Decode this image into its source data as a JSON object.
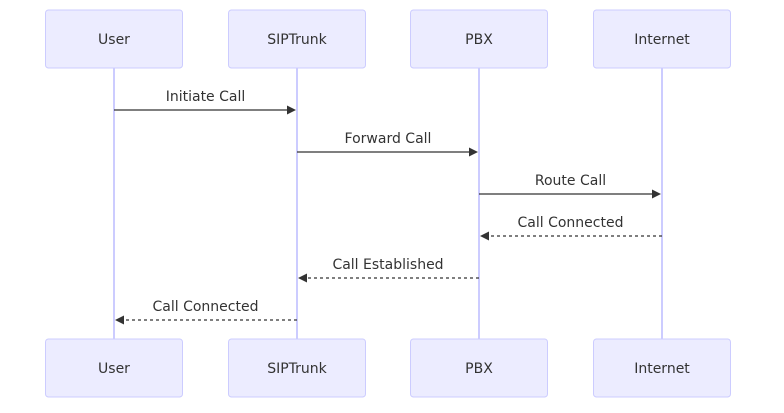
{
  "diagram": {
    "type": "sequence",
    "colors": {
      "actor_fill": "#ECECFF",
      "actor_border": "#CCCCFF",
      "lifeline": "#CCCCFF",
      "text": "#333333",
      "arrow": "#333333"
    },
    "participants": [
      {
        "id": "User",
        "label": "User"
      },
      {
        "id": "SIPTrunk",
        "label": "SIPTrunk"
      },
      {
        "id": "PBX",
        "label": "PBX"
      },
      {
        "id": "Internet",
        "label": "Internet"
      }
    ],
    "messages": [
      {
        "from": "User",
        "to": "SIPTrunk",
        "label": "Initiate Call",
        "style": "solid"
      },
      {
        "from": "SIPTrunk",
        "to": "PBX",
        "label": "Forward Call",
        "style": "solid"
      },
      {
        "from": "PBX",
        "to": "Internet",
        "label": "Route Call",
        "style": "solid"
      },
      {
        "from": "Internet",
        "to": "PBX",
        "label": "Call Connected",
        "style": "dotted"
      },
      {
        "from": "PBX",
        "to": "SIPTrunk",
        "label": "Call Established",
        "style": "dotted"
      },
      {
        "from": "SIPTrunk",
        "to": "User",
        "label": "Call Connected",
        "style": "dotted"
      }
    ]
  }
}
